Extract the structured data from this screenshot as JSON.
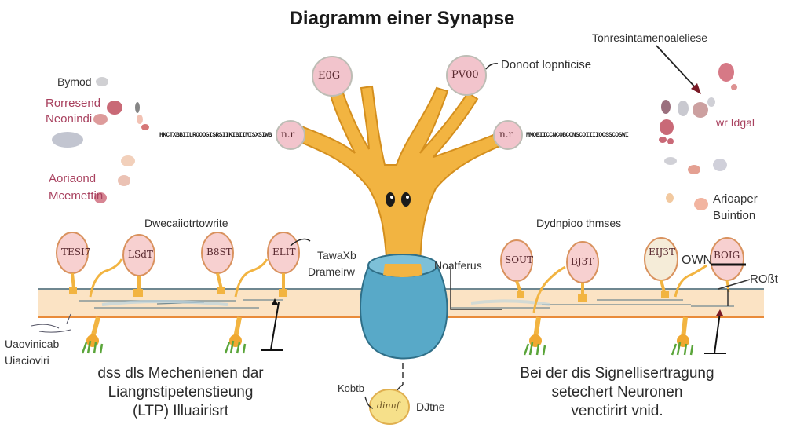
{
  "title": "Diagramm einer Synapse",
  "top_labels": {
    "right_top": "Tonresintamenoaleliese",
    "dendrite_callout": "Donoot lopnticise"
  },
  "dendrite_terminals": {
    "top_left": "E0G",
    "top_right": "PV00",
    "side_left": "n.r",
    "side_right": "n.r"
  },
  "garbled_lines": {
    "left": "HKCTXBBIILROOOGISRSIIKIBIIMISXSIWB",
    "right": "MMOBIICCNCOBCCNSCOIIIIOOSSCOSWI"
  },
  "left_cluster": {
    "heading": "Bymod",
    "label1_line1": "Rorresend",
    "label1_line2": "Neonindi",
    "label2_line1": "Aoriaond",
    "label2_line2": "Mcemettin"
  },
  "right_cluster": {
    "label_pink": "wr Idgal",
    "label_dark_line1": "Arioaper",
    "label_dark_line2": "Buintion"
  },
  "left_panel": {
    "heading": "Dwecaiiotrtowrite",
    "vesicles": [
      "TESI7",
      "LSdT",
      "B8ST",
      "ELIT"
    ],
    "side_label_line1": "TawaXb",
    "side_label_line2": "Drameirw",
    "bottom_label_line1": "Uaovinicab",
    "bottom_label_line2": "Uiacioviri",
    "caption_lines": [
      "dss dls Mechenienen dar",
      "Liangnstipetenstieung",
      "(LTP) Illuairisrt"
    ]
  },
  "right_panel": {
    "heading": "Dydnpioo thmses",
    "vesicles": [
      "SOUT",
      "BJ3T",
      "EIJ3T",
      "BOIG"
    ],
    "side_label": "Noatferus",
    "label_ow": "OWN",
    "label_rot": "ROßt",
    "caption_lines": [
      "Bei der dis Signellisertragung",
      "setechert Neuronen",
      "venctirirt vnid."
    ]
  },
  "bottom_center": {
    "circle_label": "dinnf",
    "left_label": "Kobtb",
    "right_label": "DJtne"
  },
  "colors": {
    "neuron": "#f2b441",
    "neuron_outline": "#d48f1e",
    "terminal_fill": "#f2c4cc",
    "terminal_outline": "#bdbdb5",
    "soma": "#58a9c8",
    "soma_outline": "#2f6f88",
    "membrane_fill": "#fbe3c4",
    "membrane_top": "#6f8790",
    "membrane_bottom": "#e98b3a",
    "vesicle_fill": "#f7d0d0",
    "vesicle_outline": "#d9925e",
    "pink_text": "#a8405e",
    "grass": "#5aa53a",
    "bottom_circle": "#f6e08a"
  }
}
